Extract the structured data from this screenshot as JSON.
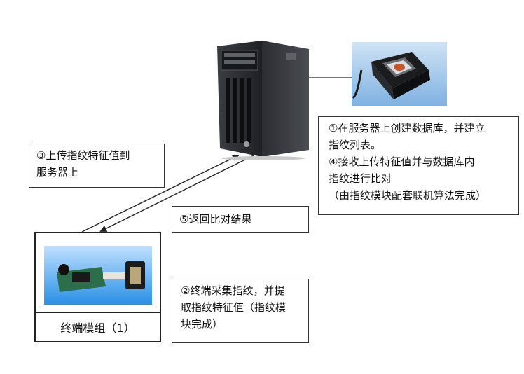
{
  "boxes": {
    "server_tasks": {
      "line1": "①在服务器上创建数据库，并建立",
      "line2": "指纹列表。",
      "line3": "④接收上传特征值并与数据库内",
      "line4": "指纹进行比对",
      "line5": "（由指纹模块配套联机算法完成）"
    },
    "upload": {
      "line1": "③上传指纹特征值到",
      "line2": "服务器上"
    },
    "return_result": {
      "line1": "⑤返回比对结果"
    },
    "terminal_capture": {
      "line1": "②终端采集指纹，并提",
      "line2": "取指纹特征值（指纹模",
      "line3": "块完成）"
    }
  },
  "terminal": {
    "label": "终端模组（1）"
  },
  "icons": {
    "server": "server-tower-icon",
    "scanner": "fingerprint-scanner-icon",
    "board": "fingerprint-module-board-icon"
  }
}
